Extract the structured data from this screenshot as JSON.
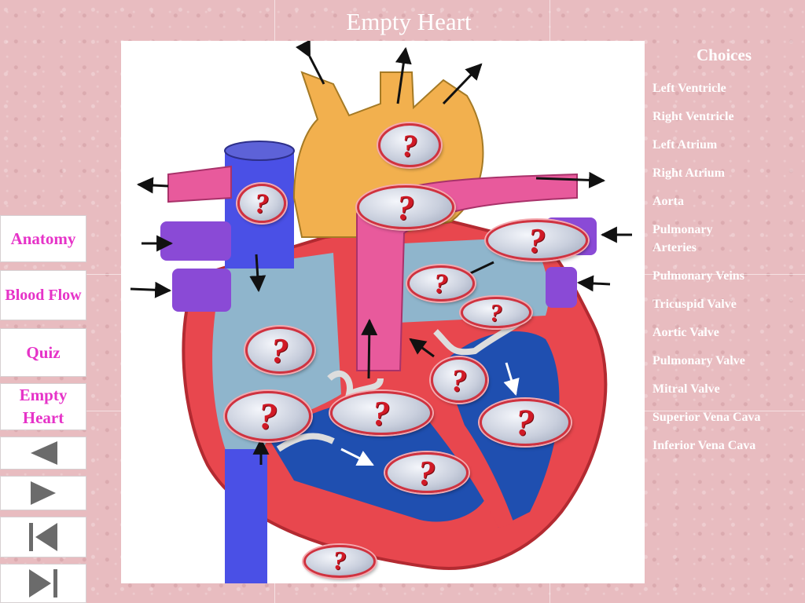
{
  "slide": {
    "title": "Empty Heart"
  },
  "nav": {
    "anatomy": "Anatomy",
    "blood_flow": "Blood Flow",
    "quiz": "Quiz",
    "empty_heart_line1": "Empty",
    "empty_heart_line2": "Heart",
    "buttons": [
      "previous-slide",
      "next-slide",
      "first-slide",
      "last-slide"
    ]
  },
  "choices": {
    "title": "Choices",
    "items": [
      "Left Ventricle",
      "Right Ventricle",
      "Left Atrium",
      "Right Atrium",
      "Aorta",
      "Pulmonary Arteries",
      "Pulmonary Veins",
      "Tricuspid Valve",
      "Aortic Valve",
      "Pulmonary Valve",
      "Mitral Valve",
      "Superior Vena Cava",
      "Inferior Vena Cava"
    ]
  },
  "diagram": {
    "placeholder": "?",
    "placeholder_count": 13,
    "colors": {
      "nav_text": "#e633c8",
      "placeholder_text": "#d01a26",
      "heart_muscle": "#e8474e",
      "aorta": "#f2b04e",
      "pulmonary": "#e85a9c",
      "vena_cava": "#4a50e6",
      "pulmonary_veins": "#8a4ad6",
      "ventricle_blood": "#1f4fb0",
      "atrium_blood": "#8fb5cc"
    }
  }
}
